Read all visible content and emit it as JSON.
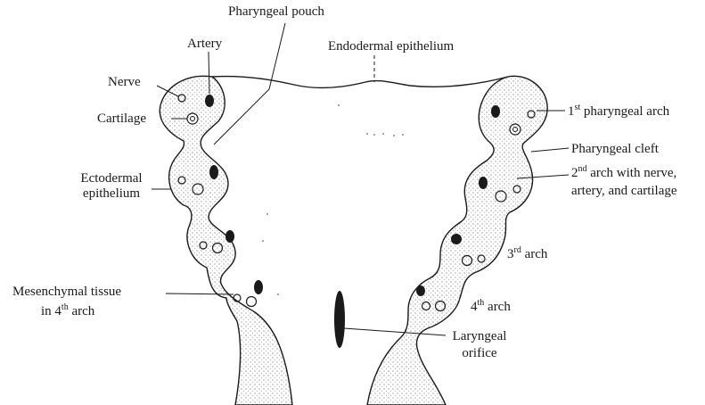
{
  "labels": {
    "pharyngeal_pouch": "Pharyngeal pouch",
    "artery": "Artery",
    "endodermal_epithelium": "Endodermal epithelium",
    "nerve": "Nerve",
    "cartilage": "Cartilage",
    "ectodermal_epithelium_1": "Ectodermal",
    "ectodermal_epithelium_2": "epithelium",
    "mesenchymal_1": "Mesenchymal tissue",
    "mesenchymal_2_pre": "in 4",
    "mesenchymal_2_sup": "th",
    "mesenchymal_2_post": " arch",
    "arch1_pre": "1",
    "arch1_sup": "st",
    "arch1_post": " pharyngeal arch",
    "pharyngeal_cleft": "Pharyngeal cleft",
    "arch2_pre": "2",
    "arch2_sup": "nd",
    "arch2_post": " arch with nerve,",
    "arch2_line2": "artery, and cartilage",
    "arch3_pre": "3",
    "arch3_sup": "rd",
    "arch3_post": " arch",
    "arch4_pre": "4",
    "arch4_sup": "th",
    "arch4_post": " arch",
    "laryngeal_1": "Laryngeal",
    "laryngeal_2": "orifice"
  },
  "colors": {
    "ink": "#1a1a1a",
    "stipple": "#777777",
    "background": "#ffffff"
  }
}
